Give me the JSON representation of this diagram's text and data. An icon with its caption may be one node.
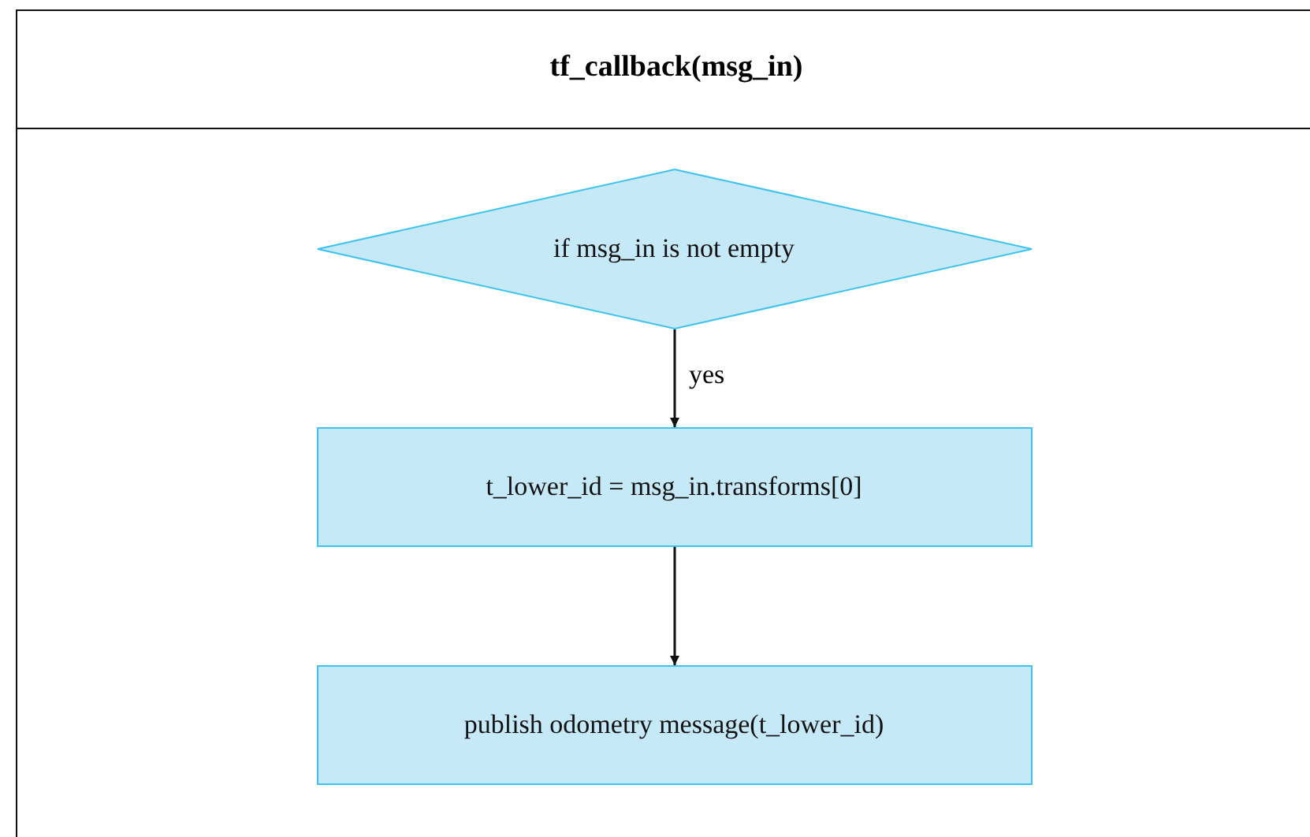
{
  "diagram": {
    "nodes": [
      {
        "text": [
          "tf_callback(msg_in)"
        ]
      },
      {
        "text": [
          "if msg_in is not empty"
        ],
        "in": 0
      },
      {
        "text": [
          "t_lower_id = msg_in.transforms[0]"
        ],
        "in": 0
      },
      {
        "text": [
          "publish odometry message(t_lower_id)"
        ],
        "in": 0
      }
    ],
    "edges": [
      {
        "from": 1,
        "to": 2,
        "arrow": "to",
        "label": "yes"
      },
      {
        "from": 2,
        "to": 3,
        "arrow": "to"
      }
    ]
  }
}
